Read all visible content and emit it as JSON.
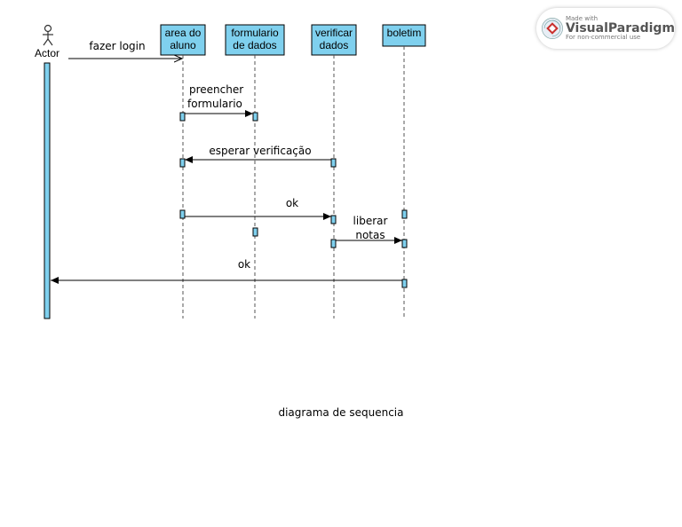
{
  "actor": {
    "label": "Actor"
  },
  "lifelines": [
    {
      "id": "area",
      "line1": "area do",
      "line2": "aluno"
    },
    {
      "id": "formulario",
      "line1": "formulario",
      "line2": "de dados"
    },
    {
      "id": "verificar",
      "line1": "verificar",
      "line2": "dados"
    },
    {
      "id": "boletim",
      "line1": "boletim",
      "line2": ""
    }
  ],
  "messages": [
    {
      "from": "actor",
      "to": "area",
      "line1": "fazer login",
      "line2": "",
      "style": "open"
    },
    {
      "from": "area",
      "to": "formulario",
      "line1": "preencher",
      "line2": "formulario",
      "style": "filled"
    },
    {
      "from": "verificar",
      "to": "area",
      "line1": "esperar verificação",
      "line2": "",
      "style": "filled"
    },
    {
      "from": "area",
      "to": "verificar",
      "line1": "ok",
      "line2": "",
      "style": "filled"
    },
    {
      "from": "verificar",
      "to": "boletim",
      "line1": "liberar",
      "line2": "notas",
      "style": "filled"
    },
    {
      "from": "boletim",
      "to": "actor",
      "line1": "ok",
      "line2": "",
      "style": "filled"
    }
  ],
  "caption": "diagrama de sequencia",
  "watermark": {
    "made_with": "Made with",
    "brand": "VisualParadigm",
    "note": "For non-commercial use"
  }
}
